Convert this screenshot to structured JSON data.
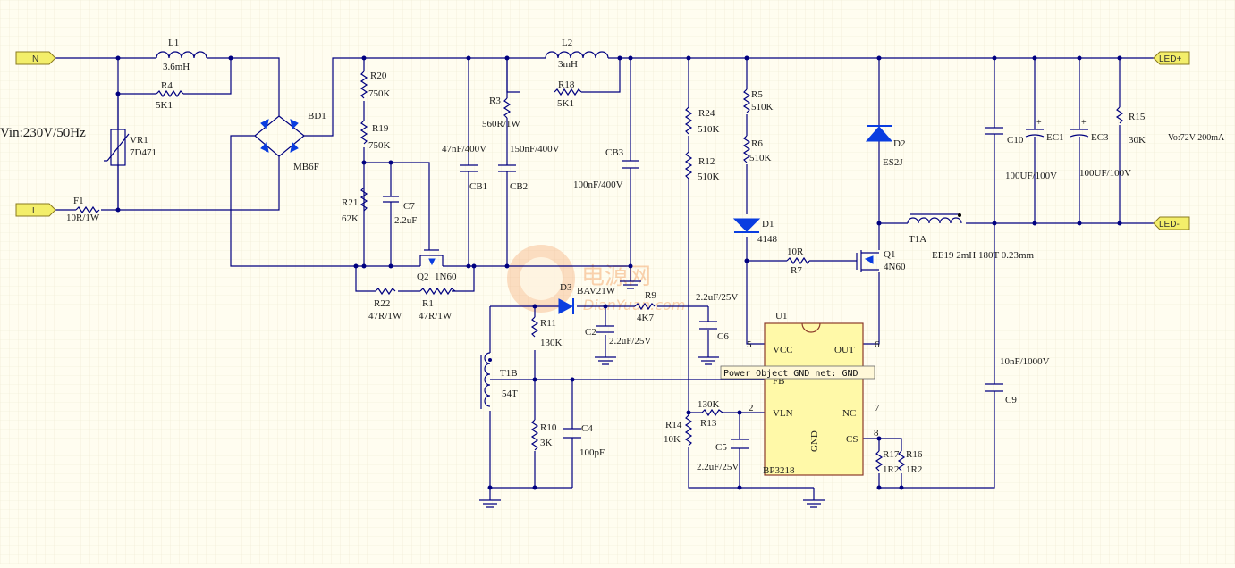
{
  "ports": {
    "n": "N",
    "l": "L",
    "led_plus": "LED+",
    "led_minus": "LED-"
  },
  "notes": {
    "vin": "Vin:230V/50Hz",
    "vo": "Vo:72V 200mA",
    "transformer": "EE19 2mH 180T 0.23mm"
  },
  "components": {
    "L1": {
      "ref": "L1",
      "value": "3.6mH"
    },
    "R4": {
      "ref": "R4",
      "value": "5K1"
    },
    "VR1": {
      "ref": "VR1",
      "value": "7D471"
    },
    "F1": {
      "ref": "F1",
      "value": "10R/1W"
    },
    "BD1": {
      "ref": "BD1",
      "value": "MB6F"
    },
    "R20": {
      "ref": "R20",
      "value": "750K"
    },
    "R19": {
      "ref": "R19",
      "value": "750K"
    },
    "R21": {
      "ref": "R21",
      "value": "62K"
    },
    "C7": {
      "ref": "C7",
      "value": "2.2uF"
    },
    "Q2": {
      "ref": "Q2",
      "value": "1N60"
    },
    "R22": {
      "ref": "R22",
      "value": "47R/1W"
    },
    "R1": {
      "ref": "R1",
      "value": "47R/1W"
    },
    "CB1": {
      "ref": "CB1",
      "value": "47nF/400V"
    },
    "R3": {
      "ref": "R3",
      "value": "560R/1W"
    },
    "CB2": {
      "ref": "CB2",
      "value": "150nF/400V"
    },
    "L2": {
      "ref": "L2",
      "value": "3mH"
    },
    "R18": {
      "ref": "R18",
      "value": "5K1"
    },
    "CB3": {
      "ref": "CB3",
      "value": "100nF/400V"
    },
    "D3": {
      "ref": "D3",
      "value": "BAV21W"
    },
    "R9": {
      "ref": "R9",
      "value": "4K7"
    },
    "C2": {
      "ref": "C2",
      "value": "2.2uF/25V"
    },
    "R11": {
      "ref": "R11",
      "value": "130K"
    },
    "T1B": {
      "ref": "T1B",
      "value": "54T"
    },
    "R10": {
      "ref": "R10",
      "value": "3K"
    },
    "C4": {
      "ref": "C4",
      "value": "100pF"
    },
    "R24": {
      "ref": "R24",
      "value": "510K"
    },
    "R12": {
      "ref": "R12",
      "value": "510K"
    },
    "C6": {
      "ref": "C6",
      "value": "2.2uF/25V"
    },
    "R13": {
      "ref": "R13",
      "value": "130K"
    },
    "R14": {
      "ref": "R14",
      "value": "10K"
    },
    "C5": {
      "ref": "C5",
      "value": "2.2uF/25V"
    },
    "R5": {
      "ref": "R5",
      "value": "510K"
    },
    "R6": {
      "ref": "R6",
      "value": "510K"
    },
    "D1": {
      "ref": "D1",
      "value": "4148"
    },
    "R7": {
      "ref": "R7",
      "value": "10R"
    },
    "Q1": {
      "ref": "Q1",
      "value": "4N60"
    },
    "D2": {
      "ref": "D2",
      "value": "ES2J"
    },
    "T1A": {
      "ref": "T1A",
      "value": ""
    },
    "C10": {
      "ref": "C10",
      "value": "100UF/100V"
    },
    "EC1": {
      "ref": "EC1",
      "value": ""
    },
    "EC3": {
      "ref": "EC3",
      "value": "100UF/100V"
    },
    "R15": {
      "ref": "R15",
      "value": "30K"
    },
    "C9": {
      "ref": "C9",
      "value": "10nF/1000V"
    },
    "R17": {
      "ref": "R17",
      "value": "1R2"
    },
    "R16": {
      "ref": "R16",
      "value": "1R2"
    }
  },
  "ic": {
    "ref": "U1",
    "part": "BP3218",
    "pins": {
      "vcc": "VCC",
      "vcc_num": "5",
      "out": "OUT",
      "out_num": "6",
      "fb": "FB",
      "vln": "VLN",
      "vln_num": "2",
      "nc": "NC",
      "nc_num": "7",
      "cs": "CS",
      "cs_num": "8",
      "gnd": "GND"
    }
  },
  "tooltip": "Power Object GND     net: GND",
  "watermark": {
    "cn": "电源网",
    "en": "DianYuan.com",
    "color": "#f08030"
  }
}
